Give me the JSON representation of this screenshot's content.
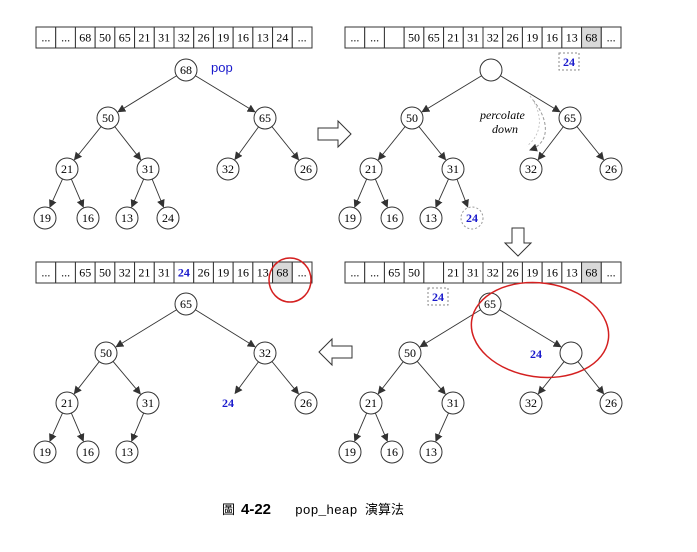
{
  "panels": [
    {
      "id": "top-left",
      "array": [
        "...",
        "...",
        "68",
        "50",
        "65",
        "21",
        "31",
        "32",
        "26",
        "19",
        "16",
        "13",
        "24",
        "..."
      ],
      "array_highlight": [],
      "array_blue": [],
      "nodes": [
        {
          "label": "68",
          "style": "normal"
        },
        {
          "label": "50",
          "style": "normal"
        },
        {
          "label": "65",
          "style": "normal"
        },
        {
          "label": "21",
          "style": "normal"
        },
        {
          "label": "31",
          "style": "normal"
        },
        {
          "label": "32",
          "style": "normal"
        },
        {
          "label": "26",
          "style": "normal"
        },
        {
          "label": "19",
          "style": "normal"
        },
        {
          "label": "16",
          "style": "normal"
        },
        {
          "label": "13",
          "style": "normal"
        },
        {
          "label": "24",
          "style": "normal"
        }
      ],
      "annotations": {
        "pop": "pop"
      }
    },
    {
      "id": "top-right",
      "array": [
        "...",
        "...",
        "",
        "50",
        "65",
        "21",
        "31",
        "32",
        "26",
        "19",
        "16",
        "13",
        "68",
        "..."
      ],
      "array_highlight": [
        12
      ],
      "array_blue": [],
      "nodes": [
        {
          "label": "",
          "style": "normal"
        },
        {
          "label": "50",
          "style": "normal"
        },
        {
          "label": "65",
          "style": "normal"
        },
        {
          "label": "21",
          "style": "normal"
        },
        {
          "label": "31",
          "style": "normal"
        },
        {
          "label": "32",
          "style": "normal"
        },
        {
          "label": "26",
          "style": "normal"
        },
        {
          "label": "19",
          "style": "normal"
        },
        {
          "label": "16",
          "style": "normal"
        },
        {
          "label": "13",
          "style": "normal"
        },
        {
          "label": "24",
          "style": "blue-dashed"
        }
      ],
      "annotations": {
        "floating": "24",
        "percolate_line1": "percolate",
        "percolate_line2": "down"
      }
    },
    {
      "id": "bottom-right",
      "array": [
        "...",
        "...",
        "65",
        "50",
        "",
        "21",
        "31",
        "32",
        "26",
        "19",
        "16",
        "13",
        "68",
        "..."
      ],
      "array_highlight": [
        12
      ],
      "array_blue": [],
      "nodes": [
        {
          "label": "65",
          "style": "normal"
        },
        {
          "label": "50",
          "style": "normal"
        },
        {
          "label": "",
          "style": "normal"
        },
        {
          "label": "21",
          "style": "normal"
        },
        {
          "label": "31",
          "style": "normal"
        },
        {
          "label": "32",
          "style": "normal"
        },
        {
          "label": "26",
          "style": "normal"
        },
        {
          "label": "19",
          "style": "normal"
        },
        {
          "label": "16",
          "style": "normal"
        },
        {
          "label": "13",
          "style": "normal"
        }
      ],
      "annotations": {
        "floating": "24",
        "beside_hole": "24"
      }
    },
    {
      "id": "bottom-left",
      "array": [
        "...",
        "...",
        "65",
        "50",
        "32",
        "21",
        "31",
        "24",
        "26",
        "19",
        "16",
        "13",
        "68",
        "..."
      ],
      "array_highlight": [
        12
      ],
      "array_blue": [
        7
      ],
      "nodes": [
        {
          "label": "65",
          "style": "normal"
        },
        {
          "label": "50",
          "style": "normal"
        },
        {
          "label": "32",
          "style": "normal"
        },
        {
          "label": "21",
          "style": "normal"
        },
        {
          "label": "31",
          "style": "normal"
        },
        {
          "label": "24",
          "style": "blue-plain"
        },
        {
          "label": "26",
          "style": "normal"
        },
        {
          "label": "19",
          "style": "normal"
        },
        {
          "label": "16",
          "style": "normal"
        },
        {
          "label": "13",
          "style": "normal"
        }
      ],
      "annotations": {}
    }
  ],
  "caption": {
    "fig_label": "圖",
    "fig_number": "4-22",
    "func_name": "pop_heap",
    "title": "演算法"
  },
  "colors": {
    "blue": "#1a1acc",
    "red": "#d42020",
    "highlight": "#d9d9d9",
    "line": "#333333"
  }
}
